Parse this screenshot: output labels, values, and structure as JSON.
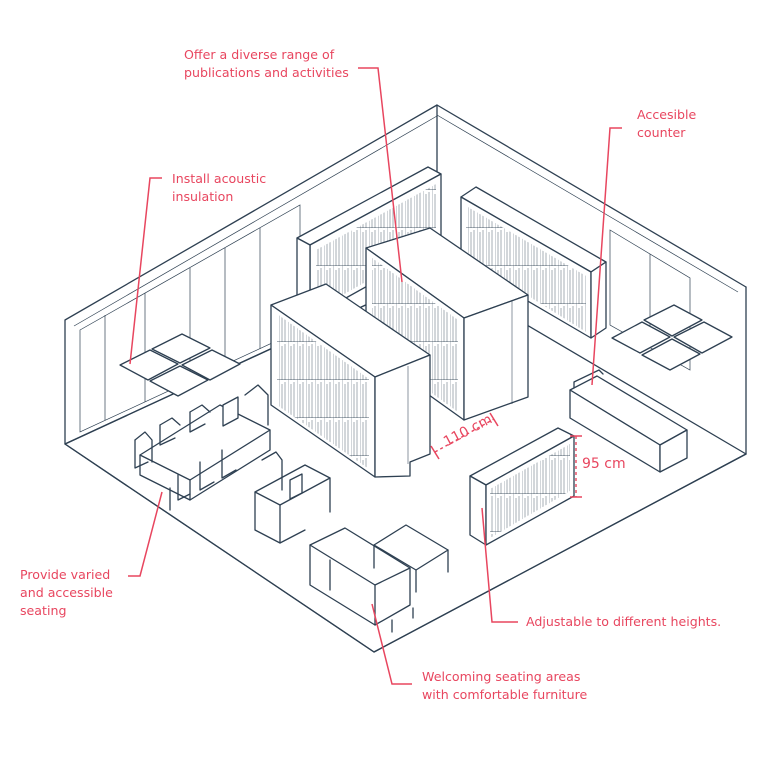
{
  "annotations": {
    "publications": "Offer a diverse range of\npublications and activities",
    "counter": "Accesible\ncounter",
    "acoustic": "Install acoustic\ninsulation",
    "seating": "Provide varied\nand accessible\nseating",
    "adjustable": "Adjustable to different heights.",
    "welcoming": "Welcoming seating areas\nwith comfortable furniture"
  },
  "dimensions": {
    "aisle_width": "110 cm",
    "shelf_height": "95 cm"
  },
  "colors": {
    "annotation": "#e8465f",
    "linework": "#2e4052",
    "background": "#ffffff"
  }
}
